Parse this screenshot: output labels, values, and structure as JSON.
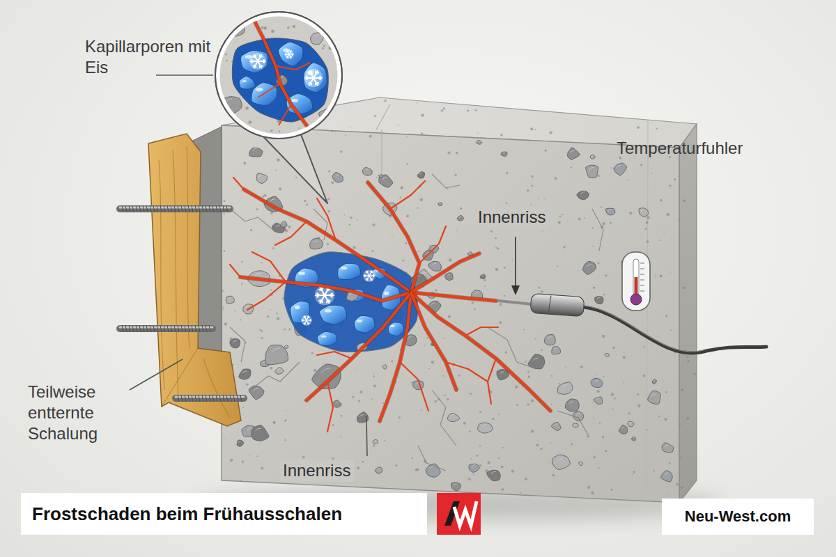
{
  "diagram": {
    "title": "Frostschaden beim Frühausschalen",
    "labels": [
      "Kapillarporen mit Eis",
      "Temperaturfuhler",
      "Innenriss",
      "Innenriss",
      "Teilweise entternte Schalung",
      "Neu-West.com"
    ]
  }
}
